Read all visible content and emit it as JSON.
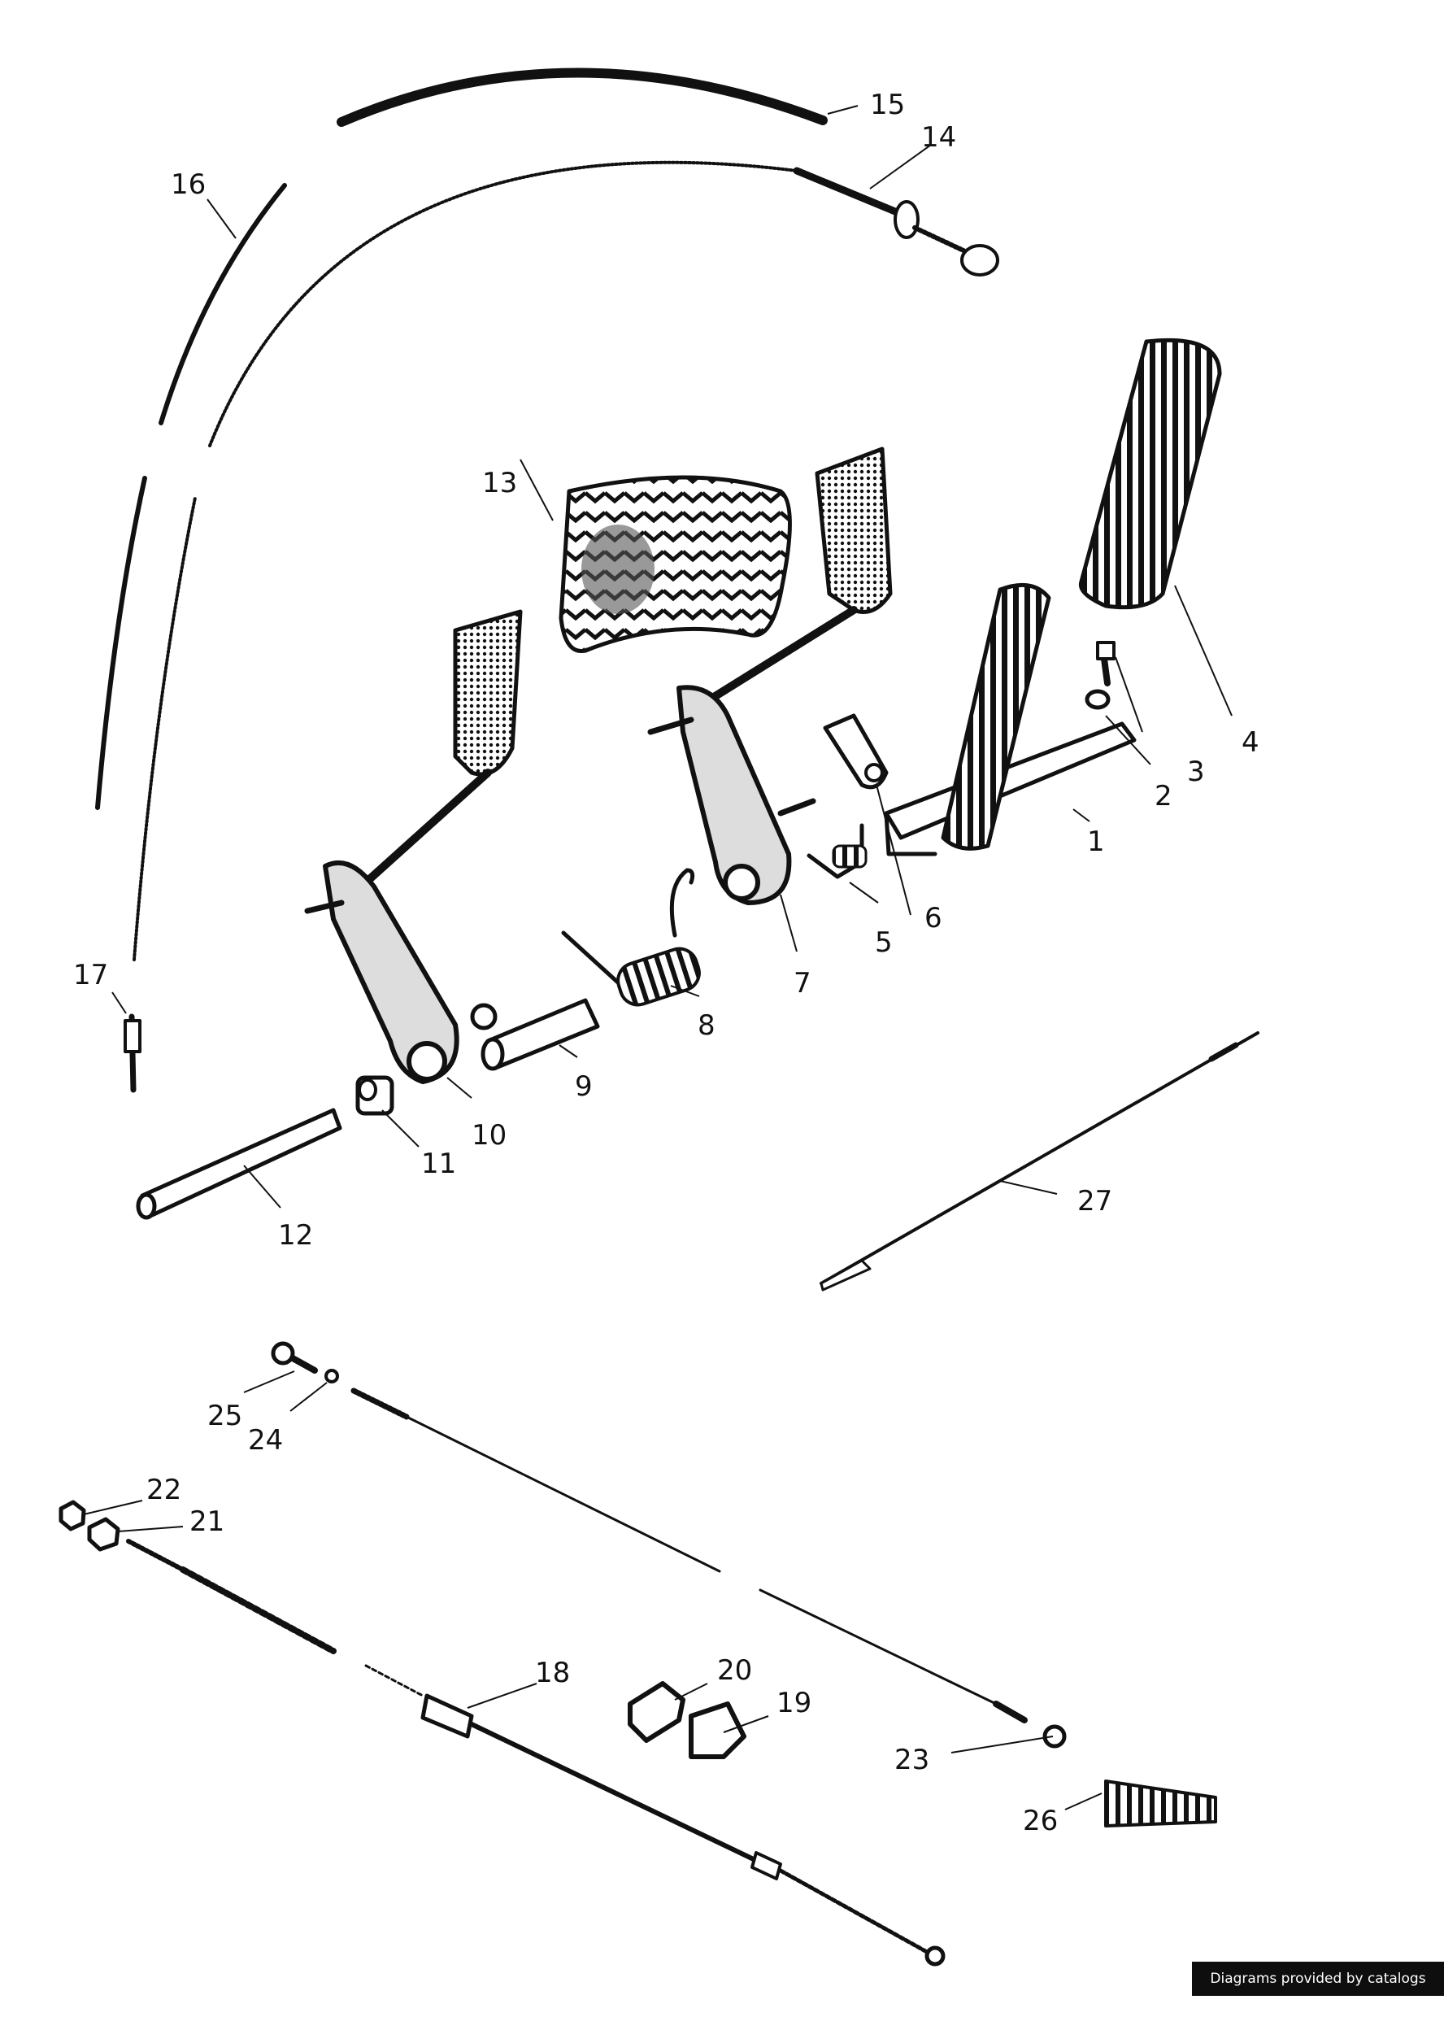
{
  "diagram": {
    "part_numbers": [
      "1",
      "2",
      "3",
      "4",
      "5",
      "6",
      "7",
      "8",
      "9",
      "10",
      "11",
      "12",
      "13",
      "14",
      "15",
      "16",
      "17",
      "18",
      "19",
      "20",
      "21",
      "22",
      "23",
      "24",
      "25",
      "26",
      "27"
    ]
  },
  "credit": "Diagrams provided by catalogs parts",
  "colors": {
    "ink": "#111111",
    "background": "#ffffff",
    "credit_bg": "#0e0e0e"
  }
}
